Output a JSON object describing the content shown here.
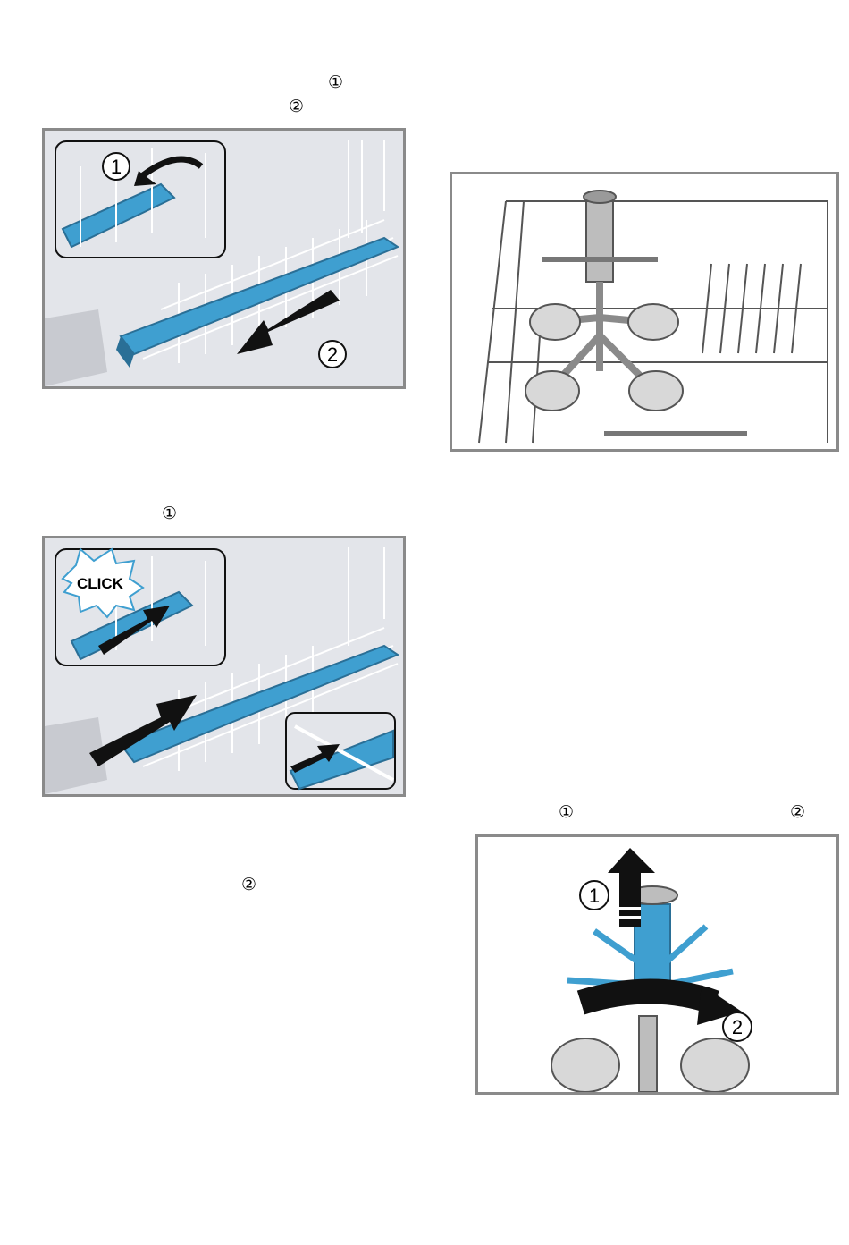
{
  "markers": {
    "step1_a": "①",
    "step1_b": "②",
    "step2_a": "①",
    "step3_a": "②",
    "step4_a": "①",
    "step4_b": "②"
  },
  "figure1": {
    "callout_1": "1",
    "callout_2": "2"
  },
  "figure3": {
    "click_label": "CLICK"
  },
  "figure4": {
    "callout_1": "1",
    "callout_2": "2"
  },
  "colors": {
    "accent_blue": "#3f9fd0",
    "dark_blue": "#2a6f96",
    "panel_bg": "#e3e5ea",
    "frame": "#8a8a8a"
  }
}
